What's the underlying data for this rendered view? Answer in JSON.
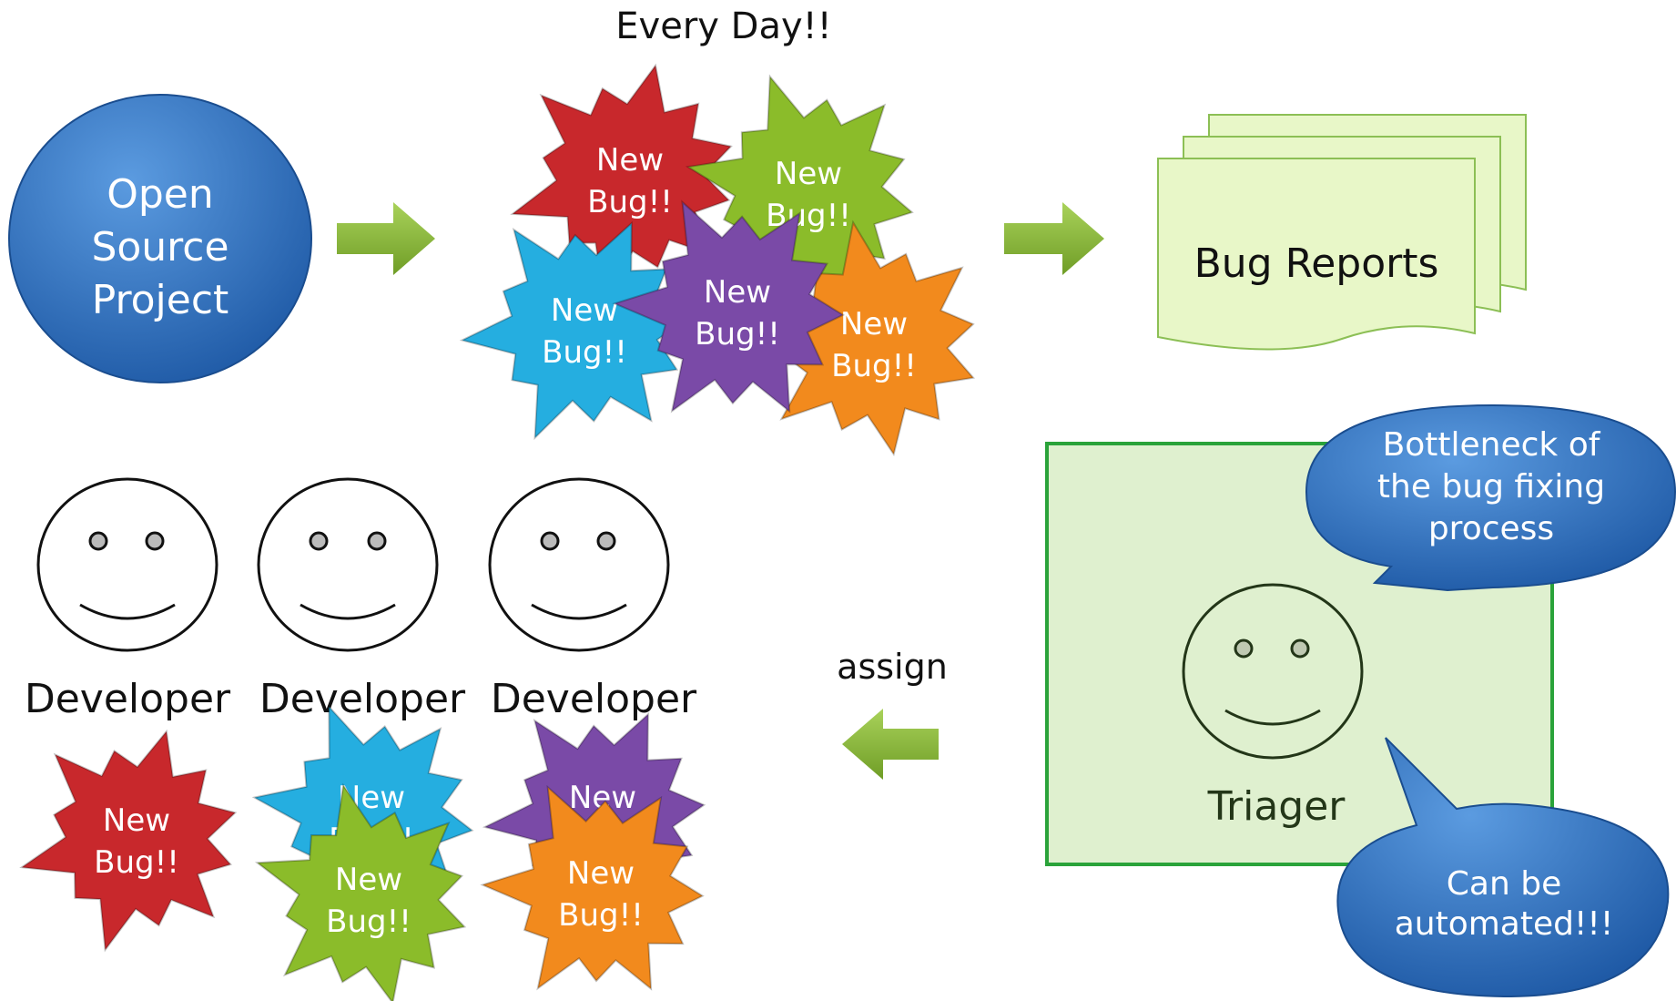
{
  "title": "Every Day!!",
  "project": [
    "Open",
    "Source",
    "Project"
  ],
  "bug_label": [
    "New",
    "Bug!!"
  ],
  "bug_reports": "Bug Reports",
  "bottleneck": [
    "Bottleneck of",
    "the bug fixing",
    "process"
  ],
  "automated": [
    "Can be",
    "automated!!!"
  ],
  "triager": "Triager",
  "assign": "assign",
  "developers": [
    "Developer",
    "Developer",
    "Developer"
  ],
  "colors": {
    "red": "#c8282c",
    "green": "#8bbc2a",
    "cyan": "#25aee0",
    "purple": "#7a4aa7",
    "orange": "#f28a1d",
    "blue": "#2f6fc0",
    "arrow": "#8cbb38",
    "report_fill": "#e8f7c8",
    "triager_box": "#dff0cf",
    "triager_border": "#2aa33a"
  }
}
